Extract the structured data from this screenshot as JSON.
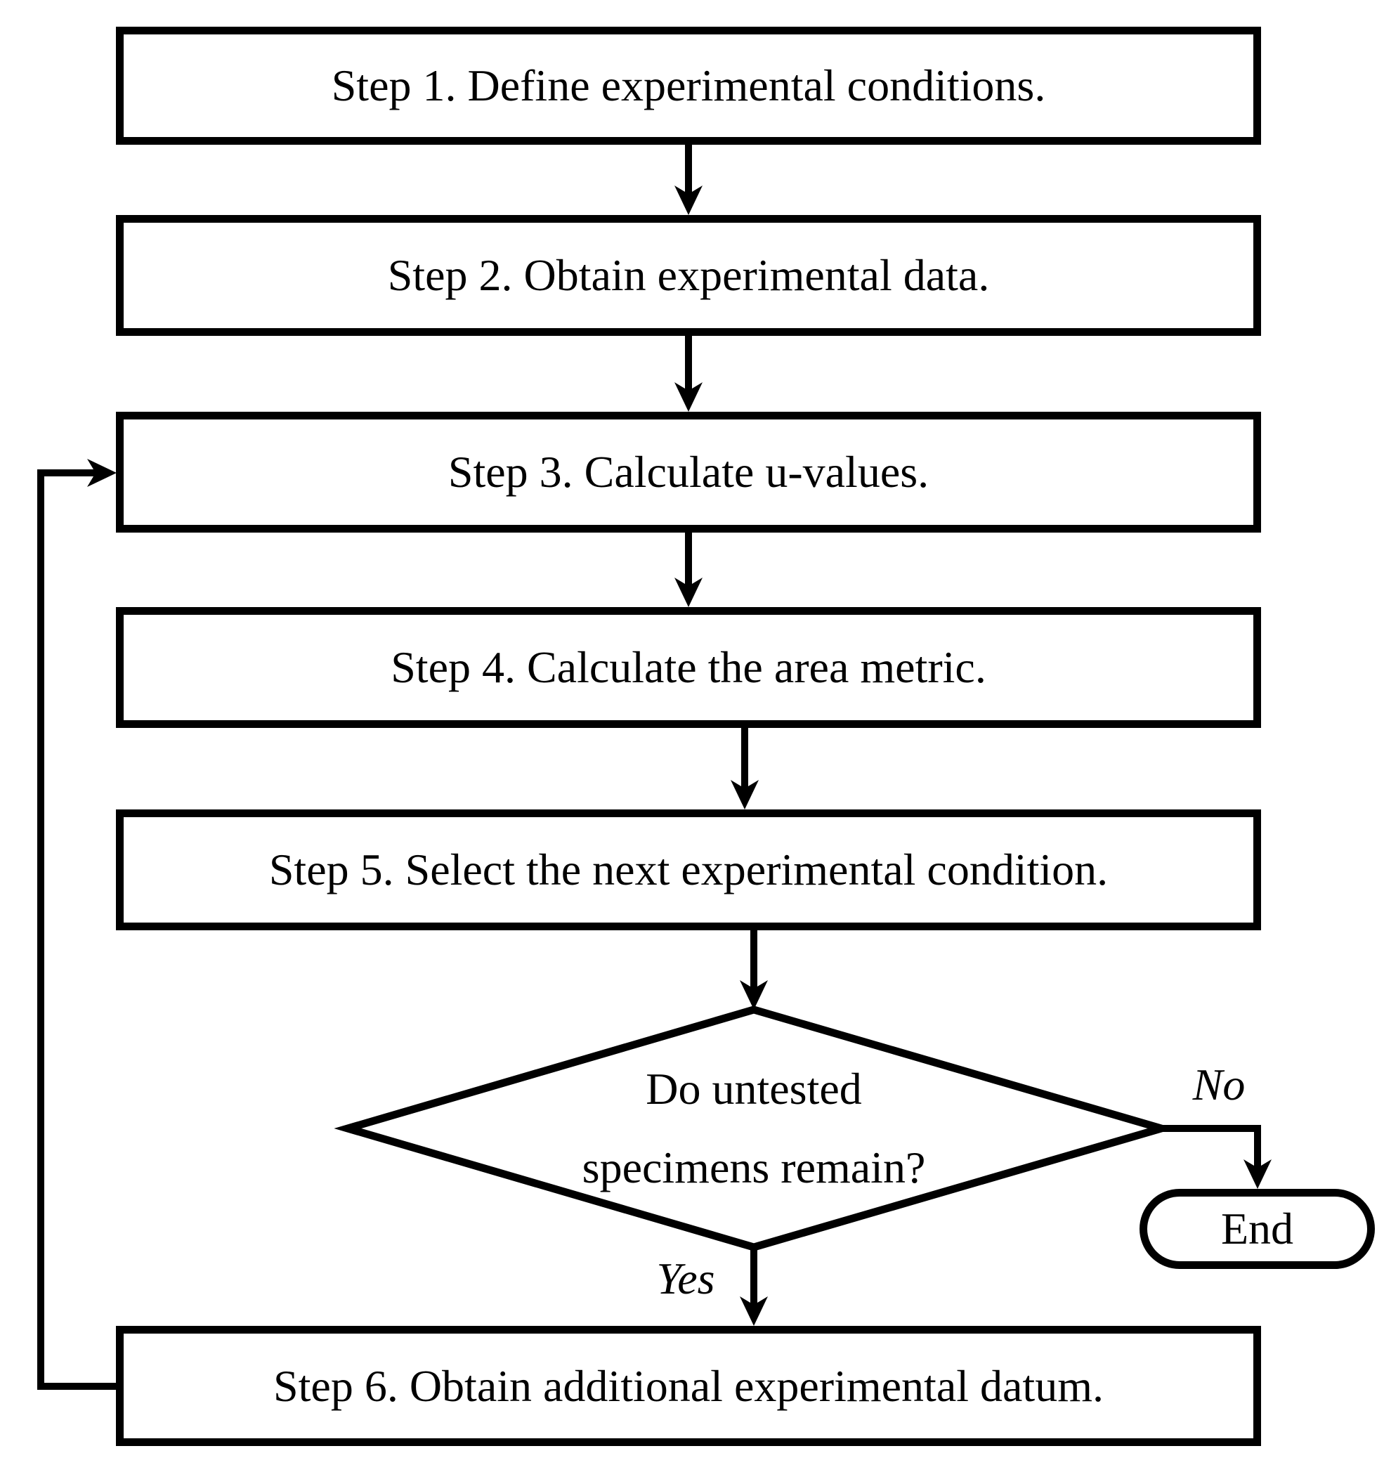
{
  "canvas": {
    "background": "#ffffff",
    "stroke_color": "#000000"
  },
  "steps": [
    {
      "label": "Step 1. Define experimental conditions."
    },
    {
      "label": "Step 2. Obtain experimental data."
    },
    {
      "label": "Step 3. Calculate u-values."
    },
    {
      "label": "Step 4. Calculate the area metric."
    },
    {
      "label": "Step 5. Select the next experimental condition."
    },
    {
      "label": "Step 6. Obtain additional experimental datum."
    }
  ],
  "decision": {
    "line1": "Do untested",
    "line2": "specimens remain?"
  },
  "terminal": {
    "label": "End"
  },
  "branches": {
    "yes": "Yes",
    "no": "No"
  }
}
